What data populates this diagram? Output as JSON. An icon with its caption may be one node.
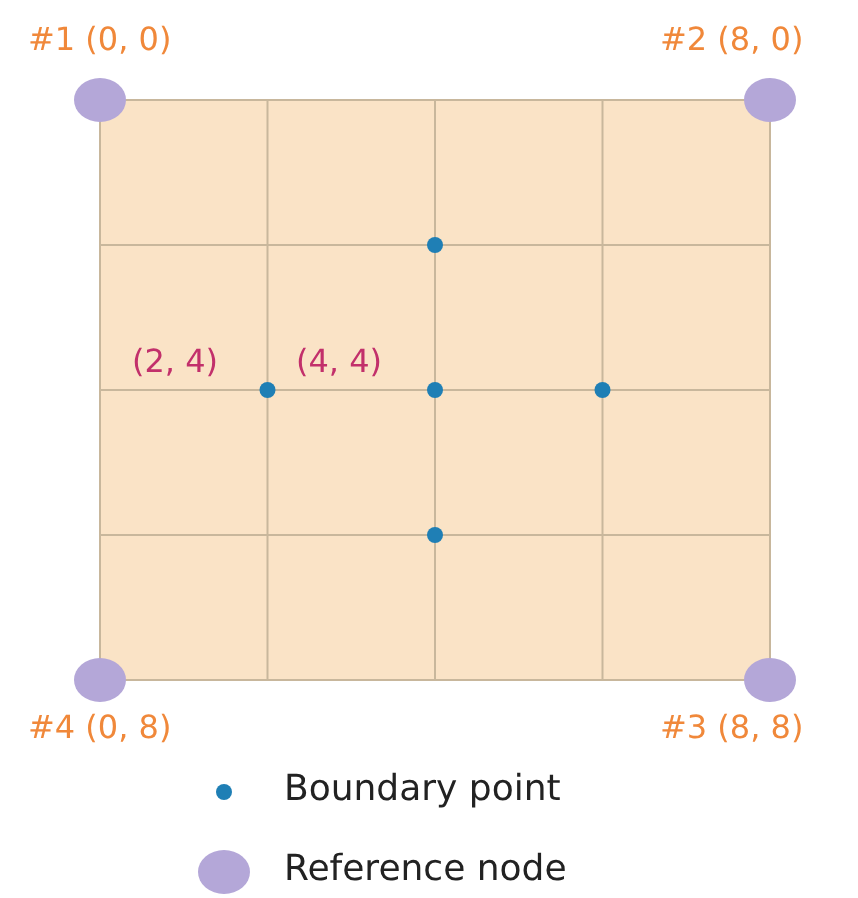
{
  "diagram": {
    "labels": [
      "#1 (0, 0)",
      "#2 (8, 0)",
      "(2, 4)",
      "(4, 4)",
      "#4 (0, 8)",
      "#3 (8, 8)"
    ],
    "legend": [
      {
        "text": "Boundary point",
        "color": "#1f7fb5"
      },
      {
        "text": "Reference node",
        "color": "#b4a7d8"
      }
    ]
  }
}
